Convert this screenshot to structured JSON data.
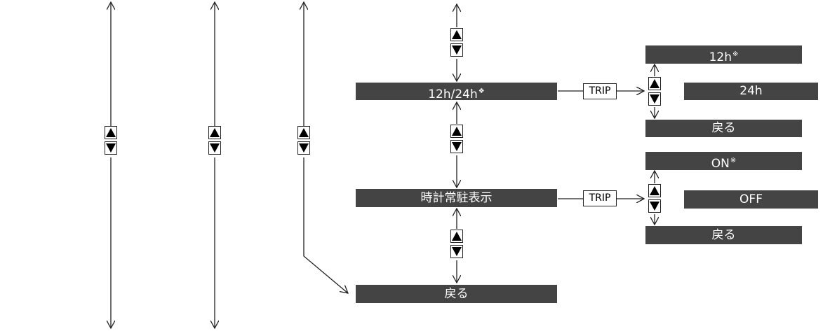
{
  "colors": {
    "bar_fill": "#444444",
    "bar_text": "#ffffff",
    "line": "#222222"
  },
  "icons": {
    "up_button": "up-triangle-button-icon",
    "down_button": "down-triangle-button-icon"
  },
  "menu": {
    "clock_format": {
      "label": "12h/24h",
      "mark": "❖"
    },
    "clock_display": {
      "label": "時計常駐表示"
    },
    "back": {
      "label": "戻る"
    }
  },
  "trip_label": "TRIP",
  "clock_format_options": {
    "option_12h": {
      "label": "12h",
      "mark": "※"
    },
    "option_24h": {
      "label": "24h"
    },
    "back": {
      "label": "戻る"
    }
  },
  "clock_display_options": {
    "option_on": {
      "label": "ON",
      "mark": "※"
    },
    "option_off": {
      "label": "OFF"
    },
    "back": {
      "label": "戻る"
    }
  }
}
